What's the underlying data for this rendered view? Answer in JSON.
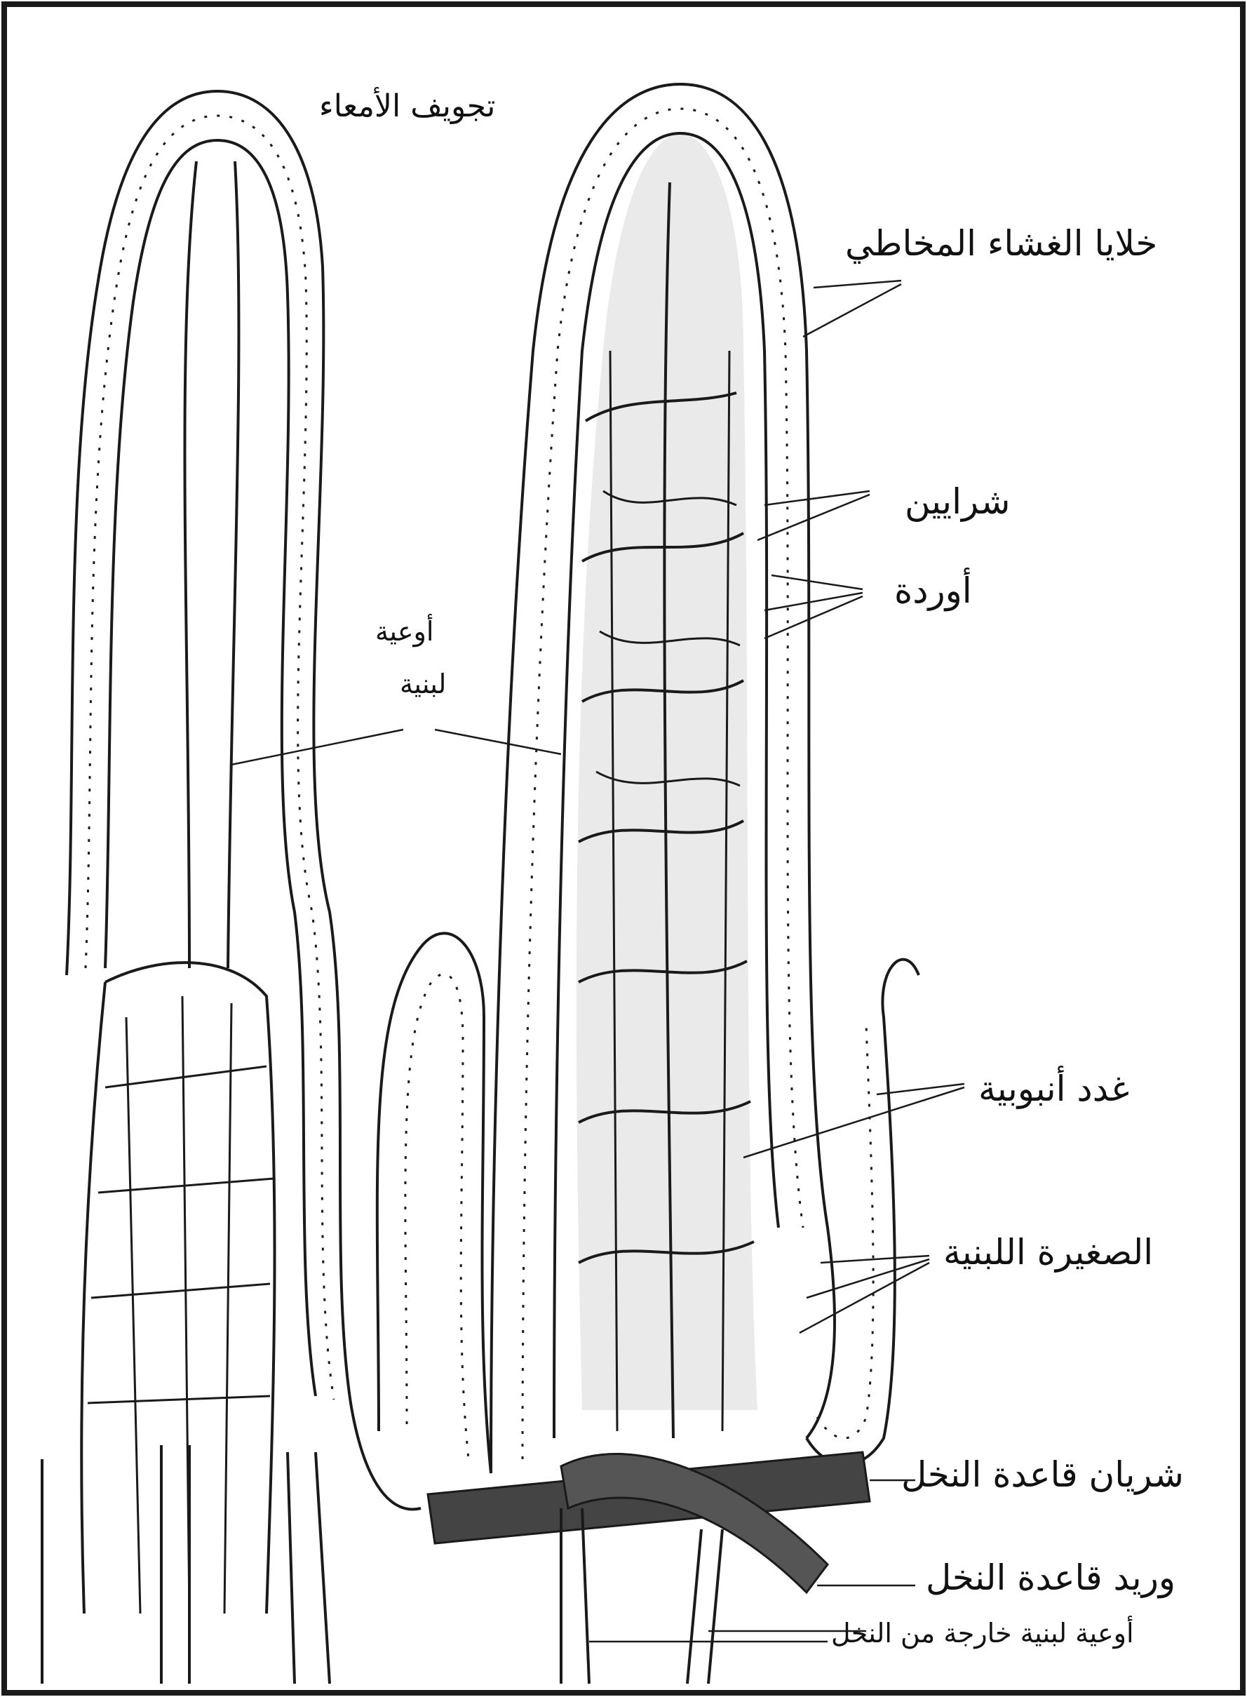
{
  "diagram": {
    "labels": {
      "lumen": "تجويف الأمعاء",
      "mucosa_cells": "خلايا الغشاء المخاطي",
      "arteries": "شرايين",
      "veins": "أوردة",
      "lacteals_top": "أوعية",
      "lacteals_bottom": "لبنية",
      "tubular_glands": "غدد أنبوبية",
      "lymph_venule": "الصغيرة اللبنية",
      "villus_artery": "شريان قاعدة النخل",
      "villus_vein": "وريد قاعدة النخل",
      "efferent_lacteals": "أوعية لبنية خارجة من النخل"
    },
    "colors": {
      "ink": "#1a1a1a",
      "paper": "#ffffff",
      "shade": "#d9d9d9"
    }
  }
}
